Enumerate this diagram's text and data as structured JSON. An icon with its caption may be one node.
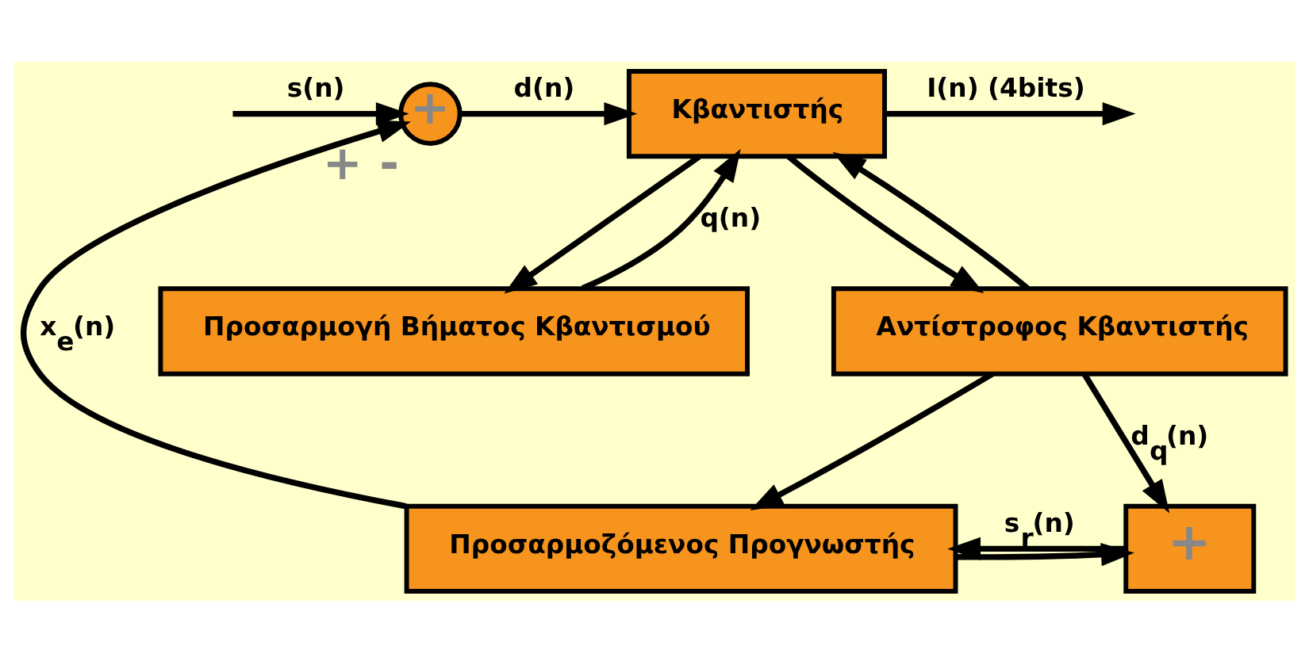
{
  "diagram": {
    "nodes": [
      {
        "text": [
          "+"
        ],
        "beside": [
          "+",
          "-"
        ]
      },
      {
        "text": [
          "Κβαντιστής"
        ]
      },
      {
        "text": [
          "Προσαρμογή Βήματος Κβαντισμού"
        ]
      },
      {
        "text": [
          "Αντίστροφος Κβαντιστής"
        ]
      },
      {
        "text": [
          "Προσαρμοζόμενος Προγνωστής"
        ]
      },
      {
        "text": [
          "+"
        ]
      }
    ],
    "edges": [
      {
        "from": null,
        "to": 0,
        "arrow": "to",
        "label": "s(n)"
      },
      {
        "from": 0,
        "to": 1,
        "arrow": "to",
        "label": "d(n)"
      },
      {
        "from": 1,
        "to": null,
        "arrow": "to",
        "label": "I(n) (4bits)"
      },
      {
        "from": 1,
        "to": 2,
        "arrow": "to"
      },
      {
        "from": 1,
        "to": 3,
        "arrow": "to"
      },
      {
        "from": 2,
        "to": 1,
        "arrow": "to",
        "label": "q(n)"
      },
      {
        "from": 3,
        "to": 1,
        "arrow": "to"
      },
      {
        "from": 3,
        "to": 5,
        "arrow": "to",
        "label": "d$_{q}$(n)"
      },
      {
        "from": 3,
        "to": 4,
        "arrow": "to"
      },
      {
        "from": 5,
        "to": 4,
        "arrow": "to",
        "label": "s$_{r}$(n)"
      },
      {
        "from": 4,
        "to": 0,
        "arrow": "to",
        "label": "x$_{e}$(n)"
      },
      {
        "from": 4,
        "to": 5,
        "arrow": "to"
      }
    ]
  }
}
